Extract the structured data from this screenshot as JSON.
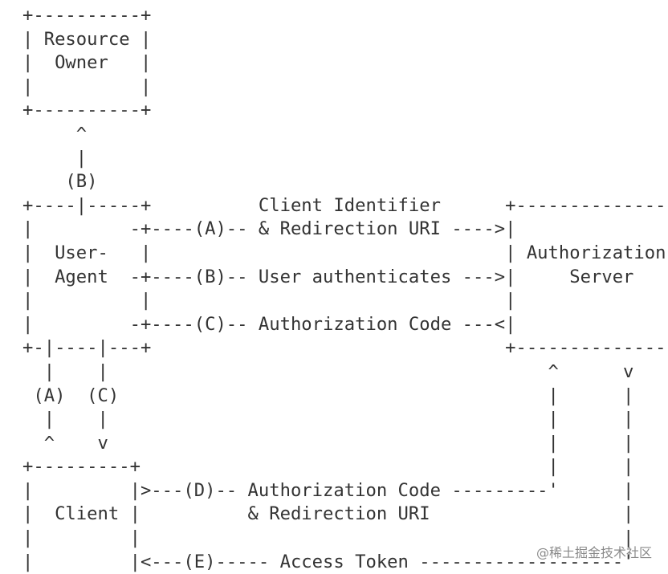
{
  "diagram": {
    "lines": [
      "+----------+",
      "| Resource |",
      "|  Owner   |",
      "|          |",
      "+----------+",
      "     ^",
      "     |",
      "    (B)",
      "+----|-----+          Client Identifier      +---------------+",
      "|         -+----(A)-- & Redirection URI ---->|               |",
      "|  User-   |                                 | Authorization |",
      "|  Agent  -+----(B)-- User authenticates --->|     Server    |",
      "|          |                                 |               |",
      "|         -+----(C)-- Authorization Code ---<|               |",
      "+-|----|---+                                 +---------------+",
      "  |    |                                         ^      v",
      " (A)  (C)                                        |      |",
      "  |    |                                         |      |",
      "  ^    v                                         |      |",
      "+---------+                                      |      |",
      "|         |>---(D)-- Authorization Code ---------'      |",
      "|  Client |          & Redirection URI                  |",
      "|         |                                             |",
      "|         |<---(E)----- Access Token -------------------'"
    ]
  },
  "watermark": "@稀土掘金技术社区"
}
